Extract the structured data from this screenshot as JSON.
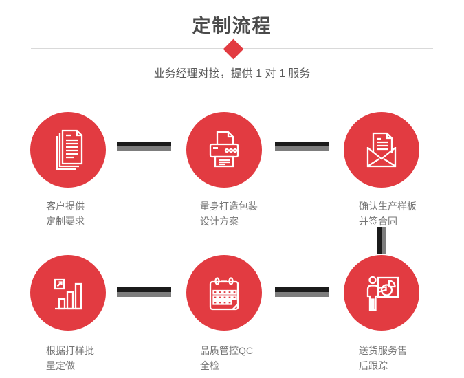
{
  "header": {
    "title": "定制流程",
    "subtitle": "业务经理对接，提供 1 对 1 服务"
  },
  "colors": {
    "accent_red": "#e23b41",
    "title_gray": "#4a4a4a",
    "subtitle_gray": "#595959",
    "label_gray": "#757575",
    "connector_black": "#1b1b1b",
    "connector_gray": "#7d7d7d",
    "divider_gray": "#d9d9d9"
  },
  "steps": [
    {
      "icon": "documents-icon",
      "lines": [
        "客户提供",
        "定制要求"
      ]
    },
    {
      "icon": "printer-icon",
      "lines": [
        "量身打造包装",
        "设计方案"
      ]
    },
    {
      "icon": "envelope-icon",
      "lines": [
        "确认生产样板",
        "并签合同"
      ]
    },
    {
      "icon": "bar-chart-icon",
      "lines": [
        "根据打样批",
        "量定做"
      ]
    },
    {
      "icon": "calendar-icon",
      "lines": [
        "品质管控QC",
        "全检"
      ]
    },
    {
      "icon": "presentation-icon",
      "lines": [
        "送货服务售",
        "后跟踪"
      ]
    }
  ]
}
